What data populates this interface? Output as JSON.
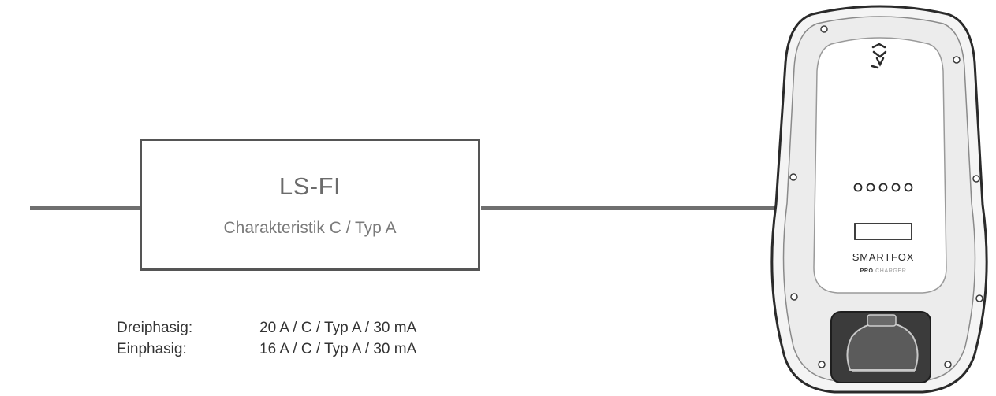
{
  "breaker": {
    "title": "LS-FI",
    "subtitle": "Charakteristik C / Typ A"
  },
  "specs": [
    {
      "label": "Dreiphasig:",
      "value": "20 A / C / Typ A / 30 mA"
    },
    {
      "label": "Einphasig:",
      "value": "16 A / C / Typ A / 30 mA"
    }
  ],
  "charger": {
    "brand": "SMARTFOX",
    "model_pro": "PRO",
    "model_charger": "CHARGER",
    "indicator_count": 5
  },
  "colors": {
    "wire": "#6f6f6f",
    "box_border": "#555555",
    "text": "#333333"
  }
}
